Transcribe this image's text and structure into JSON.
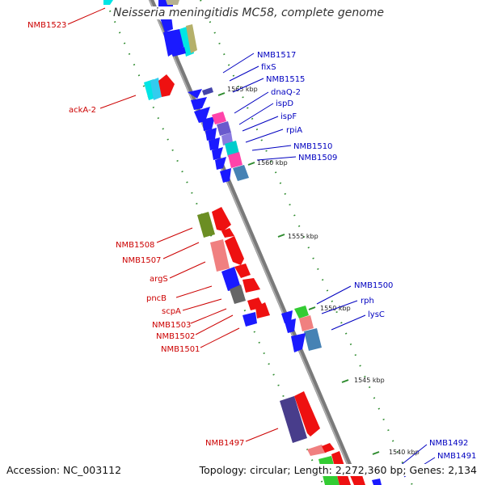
{
  "title": "Neisseria meningitidis MC58, complete genome",
  "footer": {
    "accession": "Accession: NC_003112",
    "summary": "Topology: circular; Length: 2,272,360 bp; Genes: 2,134"
  },
  "colors": {
    "forward_label": "#0000c0",
    "reverse_label": "#cc0000",
    "backbone": "#888888",
    "tick": "#2e8b2e"
  },
  "scale_ticks": [
    "1565 kbp",
    "1560 kbp",
    "1555 kbp",
    "1550 kbp",
    "1545 kbp",
    "1540 kbp"
  ],
  "forward_labels": [
    "NMB1517",
    "fixS",
    "NMB1515",
    "dnaQ-2",
    "ispD",
    "ispF",
    "rpiA",
    "NMB1510",
    "NMB1509",
    "NMB1500",
    "rph",
    "lysC",
    "NMB1492",
    "NMB1491"
  ],
  "reverse_labels": [
    "NMB1523",
    "ackA-2",
    "NMB1508",
    "NMB1507",
    "argS",
    "pncB",
    "scpA",
    "NMB1503",
    "NMB1502",
    "NMB1501",
    "NMB1497"
  ]
}
